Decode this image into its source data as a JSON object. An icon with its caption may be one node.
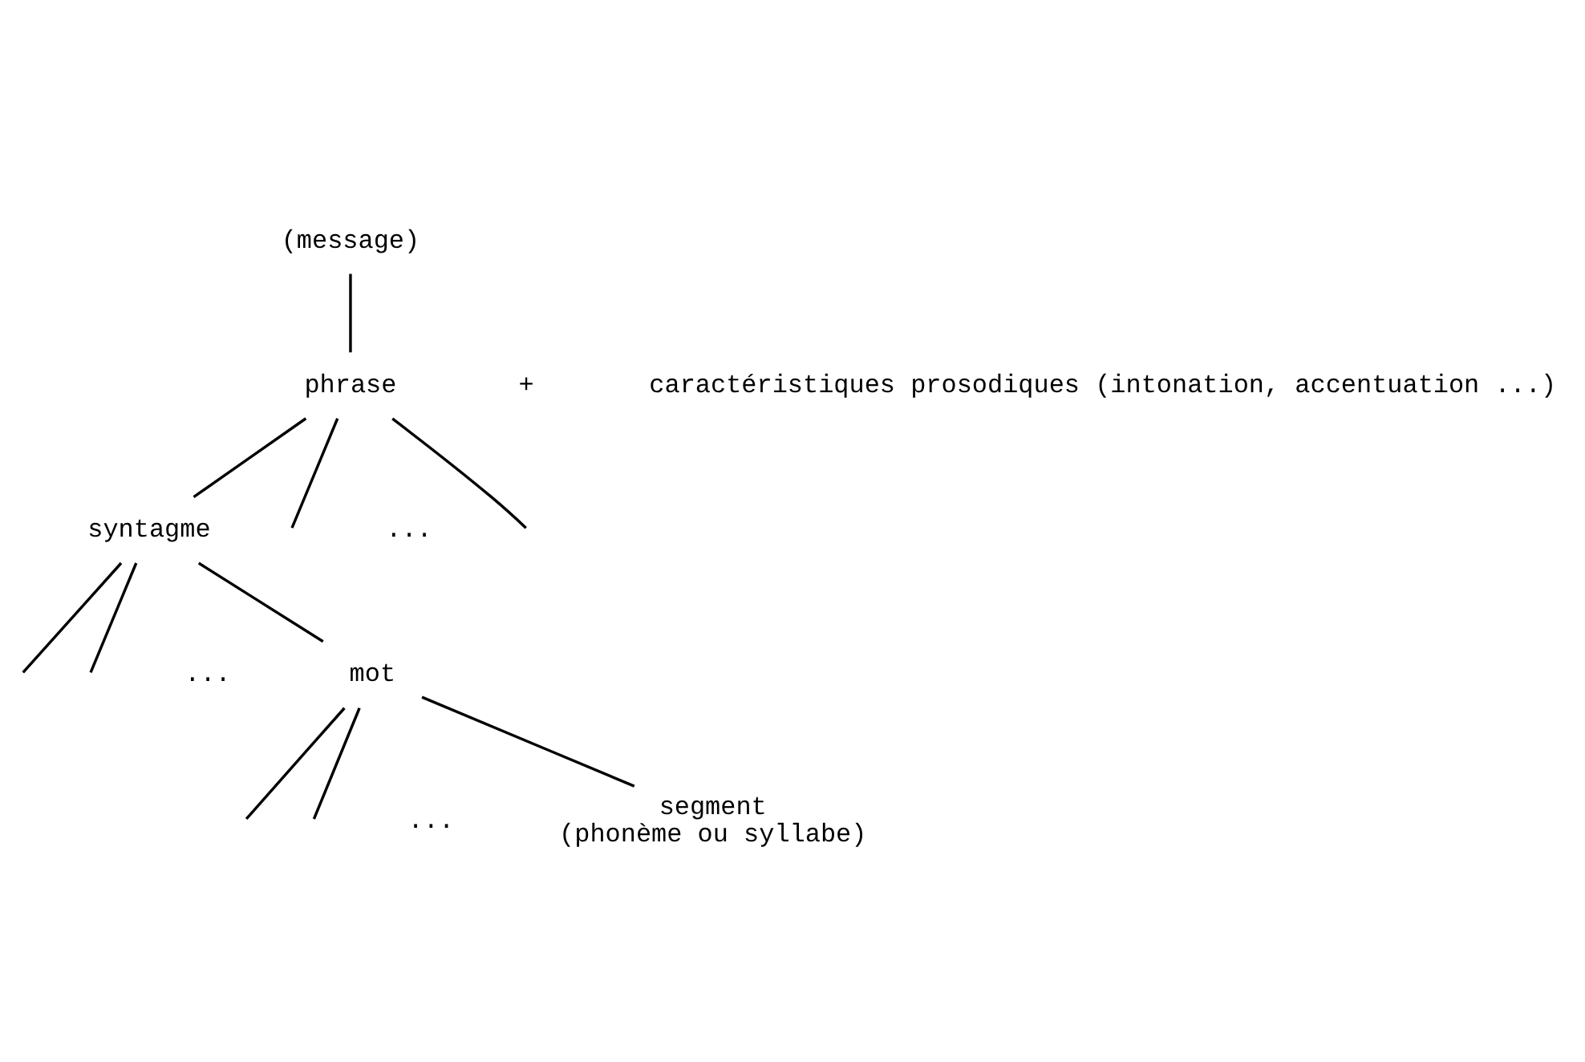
{
  "diagram": {
    "nodes": [
      {
        "text": [
          "(message)"
        ]
      },
      {
        "text": [
          "phrase"
        ]
      },
      {
        "text": [
          "syntagme"
        ]
      },
      {
        "text": [
          "mot"
        ]
      },
      {
        "text": [
          "segment",
          "(phonème ou syllabe)"
        ]
      }
    ],
    "edges": [
      {
        "from": 0,
        "to": 1,
        "arrow": "none"
      },
      {
        "from": 1,
        "to": 2,
        "arrow": "none"
      },
      {
        "from": 1,
        "to": null,
        "arrow": "none"
      },
      {
        "from": 1,
        "to": null,
        "arrow": "none"
      },
      {
        "from": 2,
        "to": null,
        "arrow": "none"
      },
      {
        "from": 2,
        "to": null,
        "arrow": "none"
      },
      {
        "from": 2,
        "to": 3,
        "arrow": "none"
      },
      {
        "from": 3,
        "to": null,
        "arrow": "none"
      },
      {
        "from": 3,
        "to": null,
        "arrow": "none"
      },
      {
        "from": 3,
        "to": 4,
        "arrow": "none"
      }
    ],
    "labels": [
      "+",
      "caractéristiques prosodiques (intonation, accentuation ...)",
      "...",
      "...",
      "..."
    ]
  }
}
